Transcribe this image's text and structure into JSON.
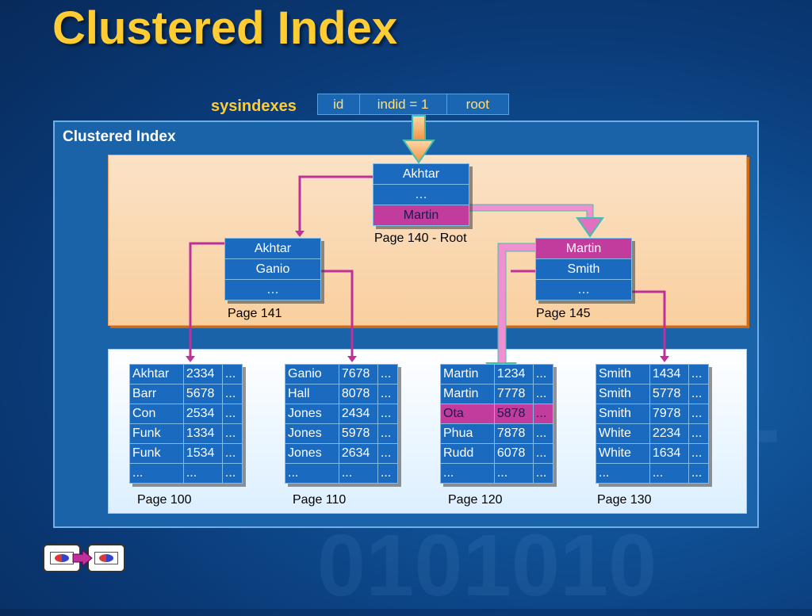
{
  "title": "Clustered Index",
  "sysindexes": {
    "label": "sysindexes",
    "columns": [
      "id",
      "indid = 1",
      "root"
    ]
  },
  "panel_label": "Clustered Index",
  "root": {
    "rows": [
      "Akhtar",
      "…",
      "Martin"
    ],
    "page": "Page 140 - Root"
  },
  "mid_left": {
    "rows": [
      "Akhtar",
      "Ganio",
      "…"
    ],
    "page": "Page 141"
  },
  "mid_right": {
    "rows": [
      "Martin",
      "Smith",
      "…"
    ],
    "page": "Page 145"
  },
  "leaves": [
    {
      "page": "Page 100",
      "rows": [
        [
          "Akhtar",
          "2334",
          "..."
        ],
        [
          "Barr",
          "5678",
          "..."
        ],
        [
          "Con",
          "2534",
          "..."
        ],
        [
          "Funk",
          "1334",
          "..."
        ],
        [
          "Funk",
          "1534",
          "..."
        ],
        [
          "...",
          "...",
          "..."
        ]
      ]
    },
    {
      "page": "Page 110",
      "rows": [
        [
          "Ganio",
          "7678",
          "..."
        ],
        [
          "Hall",
          "8078",
          "..."
        ],
        [
          "Jones",
          "2434",
          "..."
        ],
        [
          "Jones",
          "5978",
          "..."
        ],
        [
          "Jones",
          "2634",
          "..."
        ],
        [
          "...",
          "...",
          "..."
        ]
      ]
    },
    {
      "page": "Page 120",
      "rows": [
        [
          "Martin",
          "1234",
          "..."
        ],
        [
          "Martin",
          "7778",
          "..."
        ],
        [
          "Ota",
          "5878",
          "..."
        ],
        [
          "Phua",
          "7878",
          "..."
        ],
        [
          "Rudd",
          "6078",
          "..."
        ],
        [
          "...",
          "...",
          "..."
        ]
      ]
    },
    {
      "page": "Page 130",
      "rows": [
        [
          "Smith",
          "1434",
          "..."
        ],
        [
          "Smith",
          "5778",
          "..."
        ],
        [
          "Smith",
          "7978",
          "..."
        ],
        [
          "White",
          "2234",
          "..."
        ],
        [
          "White",
          "1634",
          "..."
        ],
        [
          "...",
          "...",
          "..."
        ]
      ]
    }
  ],
  "colors": {
    "title": "#ffcc33",
    "node_fill": "#1a6ac0",
    "highlight": "#c23c9e",
    "pointer_line": "#c0309a",
    "search_arrow": "#f090d0",
    "root_arrow": "#f4a860"
  },
  "icons": [
    "previous-slide-icon",
    "next-slide-icon"
  ]
}
